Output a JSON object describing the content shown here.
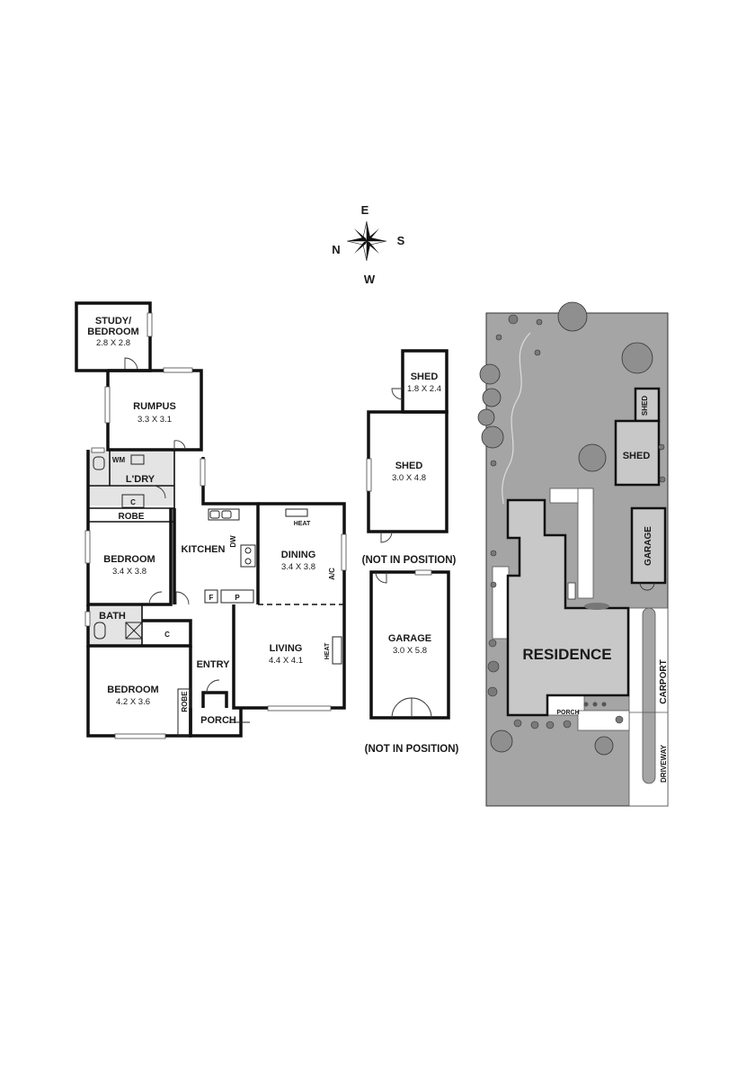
{
  "compass": {
    "n": "N",
    "e": "E",
    "s": "S",
    "w": "W"
  },
  "rooms": {
    "study": {
      "name1": "STUDY/",
      "name2": "BEDROOM",
      "size": "2.8 X 2.8"
    },
    "rumpus": {
      "name": "RUMPUS",
      "size": "3.3 X 3.1"
    },
    "laundry": {
      "name": "L'DRY",
      "wm": "WM",
      "c": "C"
    },
    "robe_top": "ROBE",
    "bedroom1": {
      "name": "BEDROOM",
      "size": "3.4 X 3.8"
    },
    "kitchen": {
      "name": "KITCHEN",
      "dw": "DW",
      "f": "F",
      "p": "P"
    },
    "dining": {
      "name": "DINING",
      "size": "3.4 X 3.8",
      "heat": "HEAT",
      "ac": "A/C"
    },
    "bath": {
      "name": "BATH",
      "c": "C"
    },
    "entry": "ENTRY",
    "living": {
      "name": "LIVING",
      "size": "4.4 X 4.1",
      "heat": "HEAT"
    },
    "bedroom2": {
      "name": "BEDROOM",
      "size": "4.2 X 3.6",
      "robe": "ROBE"
    },
    "porch": "PORCH"
  },
  "outbuildings": {
    "shed_small": {
      "name": "SHED",
      "size": "1.8 X 2.4"
    },
    "shed_large": {
      "name": "SHED",
      "size": "3.0 X 4.8"
    },
    "shed_note": "(NOT IN POSITION)",
    "garage": {
      "name": "GARAGE",
      "size": "3.0 X 5.8"
    },
    "garage_note": "(NOT IN POSITION)"
  },
  "site": {
    "shed_small": "SHED",
    "shed_large": "SHED",
    "garage": "GARAGE",
    "residence": "RESIDENCE",
    "carport": "CARPORT",
    "porch": "PORCH",
    "driveway": "DRIVEWAY"
  },
  "colors": {
    "lot": "#a5a5a5",
    "building": "#c8c8c8",
    "wall": "#111111",
    "wet_area": "#e4e4e4"
  }
}
